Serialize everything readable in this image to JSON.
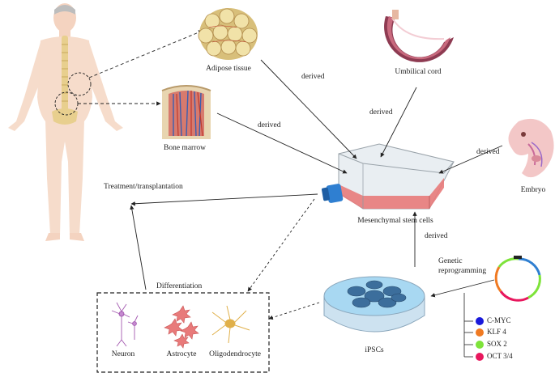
{
  "labels": {
    "adipose": "Adipose tissue",
    "umbilical": "Umbilical cord",
    "bone_marrow": "Bone marrow",
    "embryo": "Embryo",
    "msc": "Mesenchymal stem cells",
    "ipsc": "iPSCs",
    "treatment": "Treatment/transplantation",
    "differentiation": "Differentiation",
    "neuron": "Neuron",
    "astrocyte": "Astrocyte",
    "oligodendrocyte": "Oligodendrocyte",
    "genetic_line1": "Genetic",
    "genetic_line2": "reprogramming"
  },
  "derived_labels": {
    "adipose": "derived",
    "umbilical": "derived",
    "bone_marrow": "derived",
    "embryo": "derived",
    "ipsc": "derived"
  },
  "factors": [
    {
      "name": "C-MYC",
      "color": "#1a1adb"
    },
    {
      "name": "KLF 4",
      "color": "#f07a22"
    },
    {
      "name": "SOX 2",
      "color": "#7ee33a"
    },
    {
      "name": "OCT 3/4",
      "color": "#e8175d"
    }
  ],
  "colors": {
    "skin": "#f6dccb",
    "spine": "#e8cf8e",
    "flask_media": "#e87a7a",
    "cap": "#2f7fd1",
    "dish_fluid": "#a8d8f2",
    "ipsc_cells": "#3c6e9c"
  }
}
